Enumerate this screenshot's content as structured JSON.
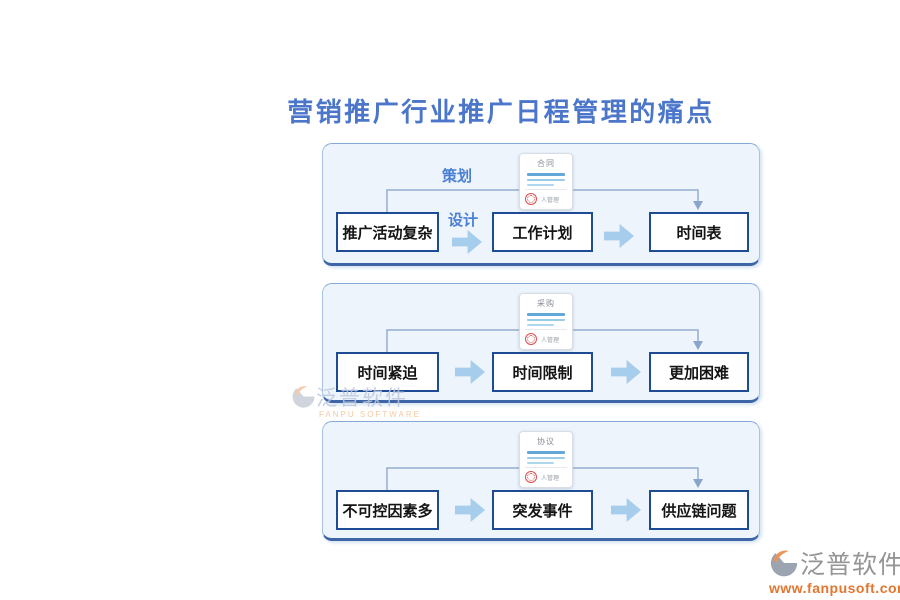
{
  "title": "营销推广行业推广日程管理的痛点",
  "panels": [
    {
      "doc_title": "合同",
      "doc_stamp_label": "人管理",
      "top_label": "策划",
      "arrow_label": "设计",
      "boxes": [
        "推广活动复杂",
        "工作计划",
        "时间表"
      ]
    },
    {
      "doc_title": "采购",
      "doc_stamp_label": "人管理",
      "boxes": [
        "时间紧迫",
        "时间限制",
        "更加困难"
      ]
    },
    {
      "doc_title": "协议",
      "doc_stamp_label": "人管理",
      "boxes": [
        "不可控因素多",
        "突发事件",
        "供应链问题"
      ]
    }
  ],
  "watermark_center": {
    "brand": "泛普软件",
    "caption": "FANPU SOFTWARE"
  },
  "watermark_footer": {
    "brand": "泛普软件",
    "url": "www.fanpusoft.com"
  },
  "colors": {
    "title_blue": "#4b76ca",
    "flow_label_blue": "#4a7fd4",
    "panel_bg": "#edf4fc",
    "panel_border": "#a5c4e8",
    "panel_border_bottom": "#3e66a6",
    "box_border": "#1d4c94",
    "block_arrow_blue": "#a6cdeb",
    "connector_blue": "#93aecf",
    "doc_line_blue": "#64a8d8",
    "stamp_red": "#d94f4f",
    "watermark_orange": "#e2762f",
    "watermark_gray": "#959595"
  }
}
